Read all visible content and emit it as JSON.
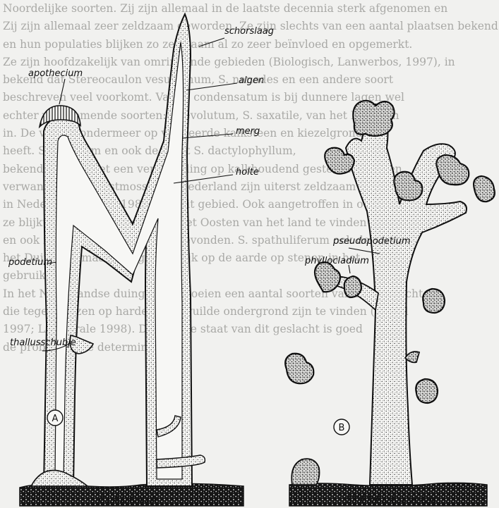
{
  "background_text": [
    "Noordelijke soorten. Zij zijn allemaal in de laatste decennia sterk afgenomen en",
    "Zij zijn allemaal zeer zeldzaam geworden. Ze zijn slechts van een aantal plaatsen bekend en wijd",
    "en hun populaties blijken zo zeldzaam al zo zeer beïnvloed en opgemerkt.",
    "Ze zijn hoofdzakelijk van omringende gebieden (Biologisch, Lanwerbos, 1997), in",
    "bekend dat Stereocaulon vesuvianum, S. nanodes en een andere soort",
    "beschreven veel voorkomt. Van S. condensatum is bij dunnere lagen wel",
    "echter voorkomende soorten: S. evolutum, S. saxatile, van het Noorden",
    "in. De vinden ondermeer op verweerde kalksteen en kiezelgrond al",
    "heeft. S. pileatum en ook de soort S. dactylophyllum,",
    "bekende soort, met een verspreiding op kalkhoudend gesteente. Zelden",
    "verwante schildkorstmossen in Nederland zijn uiterst zeldzaam",
    "in Nederland (Brand 1982) van dit gebied. Ook aangetroffen in oude",
    "ze blijkt op oude vliegvelden in het Oosten van het land te vinden",
    "en ook in Noord-Holland is het gevonden. S. spathuliferum ook door",
    "het Duinland, maar dan gewoonlijk op de aarde op stenen in het",
    "gebruiken.",
    "In het Nederlandse duingebied groeien een aantal soorten van het geslacht",
    "die tegen huizen op harde en vervuilde ondergrond zijn te vinden (Brand",
    "1997; LA Morale 1998). De slechte staat van dit geslacht is goed",
    "de problemen te determineren."
  ],
  "labels": {
    "schorslaag": "schorslaag",
    "apothecium": "apothecium",
    "algen": "algen",
    "merg": "merg",
    "holte": "holte",
    "podetium": "podetium",
    "thallusschubje": "thallusschubje",
    "pseudopodetium": "pseudopodetium",
    "phyllocladium": "phyllocladium"
  },
  "markers": {
    "a": "A",
    "b": "B"
  },
  "captions": {
    "cladonia": "CLADONIA",
    "stereocaulon": "STEREOCAULON"
  },
  "colors": {
    "ink": "#111111",
    "paper": "#f1f1ef",
    "fill": "#f7f7f5",
    "faded_text": "#a9a9a6"
  }
}
